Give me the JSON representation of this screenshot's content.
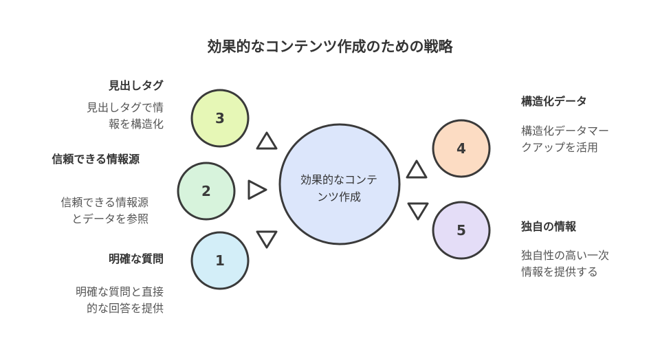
{
  "title": "効果的なコンテンツ作成のための戦略",
  "center": {
    "line1": "効果的なコンテ",
    "line2": "ンツ作成",
    "color": "#dce6fb"
  },
  "nodes": [
    {
      "number": "3",
      "heading": "見出しタグ",
      "desc_line1": "見出しタグで情",
      "desc_line2": "報を構造化",
      "color": "#e6f7b6"
    },
    {
      "number": "2",
      "heading": "信頼できる情報源",
      "desc_line1": "信頼できる情報源",
      "desc_line2": "とデータを参照",
      "color": "#d7f3dc"
    },
    {
      "number": "1",
      "heading": "明確な質問",
      "desc_line1": "明確な質問と直接",
      "desc_line2": "的な回答を提供",
      "color": "#d3eef8"
    },
    {
      "number": "4",
      "heading": "構造化データ",
      "desc_line1": "構造化データマー",
      "desc_line2": "クアップを活用",
      "color": "#fcdcc3"
    },
    {
      "number": "5",
      "heading": "独自の情報",
      "desc_line1": "独自性の高い一次",
      "desc_line2": "情報を提供する",
      "color": "#e4ddf7"
    }
  ],
  "colors": {
    "stroke": "#3a3a3a"
  }
}
